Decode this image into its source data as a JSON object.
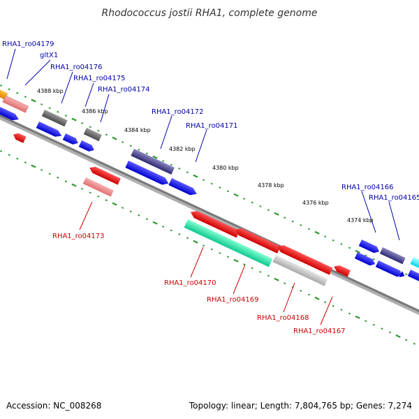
{
  "title": "Rhodococcus jostii RHA1, complete genome",
  "accession": "Accession: NC_008268",
  "topology": "Topology: linear; Length: 7,804,765 bp; Genes: 7,274",
  "colors": {
    "backbone": "#7a7a7a",
    "tick_dots": "#2e9a2e",
    "forward_label": "#0000aa",
    "reverse_label": "#cc0000"
  },
  "kbp_labels": [
    "4388 kbp",
    "4386 kbp",
    "4384 kbp",
    "4382 kbp",
    "4380 kbp",
    "4378 kbp",
    "4376 kbp",
    "4374 kbp"
  ],
  "forward_genes": [
    {
      "label": "RHA1_ro04179",
      "color": "#0000aa"
    },
    {
      "label": "gltX1",
      "color": "#0000aa"
    },
    {
      "label": "RHA1_ro04176",
      "color": "#0000aa"
    },
    {
      "label": "RHA1_ro04175",
      "color": "#0000aa"
    },
    {
      "label": "RHA1_ro04174",
      "color": "#0000aa"
    },
    {
      "label": "RHA1_ro04172",
      "color": "#0000aa"
    },
    {
      "label": "RHA1_ro04171",
      "color": "#0000aa"
    },
    {
      "label": "RHA1_ro04166",
      "color": "#0000aa"
    },
    {
      "label": "RHA1_ro04165",
      "color": "#0000aa"
    }
  ],
  "reverse_genes": [
    {
      "label": "RHA1_ro04173",
      "color": "#cc0000"
    },
    {
      "label": "RHA1_ro04170",
      "color": "#cc0000"
    },
    {
      "label": "RHA1_ro04169",
      "color": "#cc0000"
    },
    {
      "label": "RHA1_ro04168",
      "color": "#cc0000"
    },
    {
      "label": "RHA1_ro04167",
      "color": "#cc0000"
    }
  ]
}
